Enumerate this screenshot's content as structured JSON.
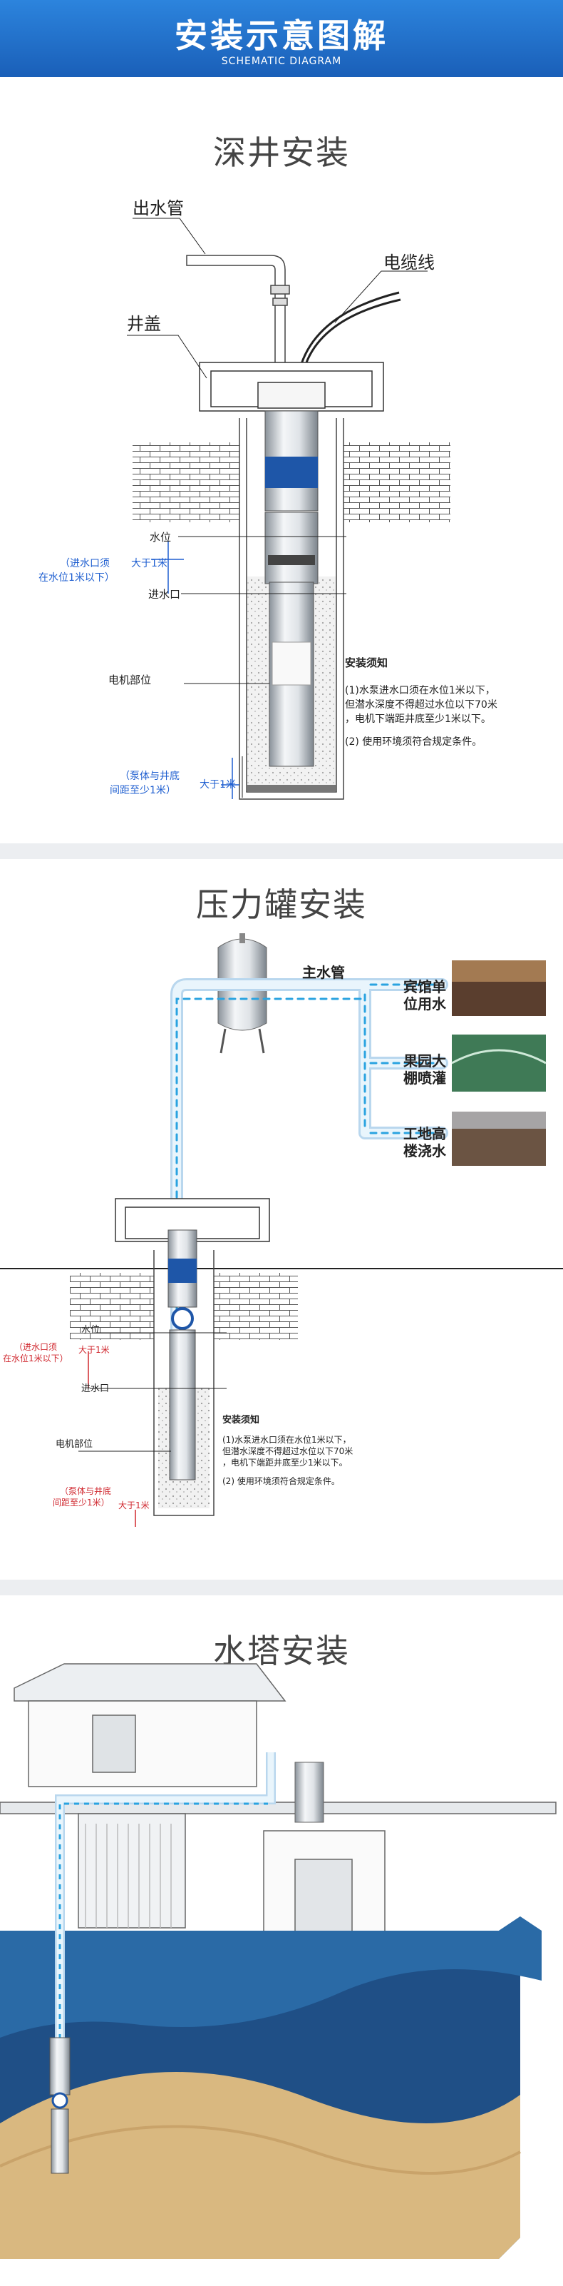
{
  "header": {
    "title": "安装示意图解",
    "subtitle": "SCHEMATIC DIAGRAM"
  },
  "sections": {
    "deep_well": {
      "title": "深井安装",
      "labels": {
        "outlet_pipe": "出水管",
        "cable": "电缆线",
        "well_cover": "井盖",
        "water_level": "水位",
        "gt1m_a": "大于1米",
        "inlet": "进水口",
        "motor": "电机部位",
        "gt1m_b": "大于1米",
        "note_inlet": "（进水口须在水位1米以下）",
        "note_inlet_l1": "（进水口须",
        "note_inlet_l2": "在水位1米以下）",
        "note_bottom_l1": "（泵体与井底",
        "note_bottom_l2": "间距至少1米）"
      },
      "notice": {
        "heading": "安装须知",
        "lines": [
          "(1)水泵进水口须在水位1米以下，",
          "但潜水深度不得超过水位以下70米",
          "，电机下端距井底至少1米以下。",
          "(2) 使用环境须符合规定条件。"
        ]
      }
    },
    "pressure_tank": {
      "title": "压力罐安装",
      "labels": {
        "main_pipe": "主水管",
        "use1_l1": "宾馆单",
        "use1_l2": "位用水",
        "use2_l1": "果园大",
        "use2_l2": "棚喷灌",
        "use3_l1": "工地高",
        "use3_l2": "楼浇水",
        "water_level": "水位",
        "gt1m_a": "大于1米",
        "inlet": "进水口",
        "motor": "电机部位",
        "gt1m_b": "大于1米",
        "note_inlet_l1": "（进水口须",
        "note_inlet_l2": "在水位1米以下）",
        "note_bottom_l1": "（泵体与井底",
        "note_bottom_l2": "间距至少1米）"
      },
      "notice": {
        "heading": "安装须知",
        "lines": [
          "(1)水泵进水口须在水位1米以下，",
          "但潜水深度不得超过水位以下70米",
          "，电机下端距井底至少1米以下。",
          "(2) 使用环境须符合规定条件。"
        ]
      }
    },
    "water_tower": {
      "title": "水塔安装"
    }
  },
  "colors": {
    "banner": "#1f6fc8",
    "pipe": "#cfe7f7",
    "pipe_flow": "#2aa3e0",
    "note_blue": "#1f5fd0",
    "note_red": "#d0282f",
    "water": "#1f4f86",
    "soil": "#d9b880"
  }
}
